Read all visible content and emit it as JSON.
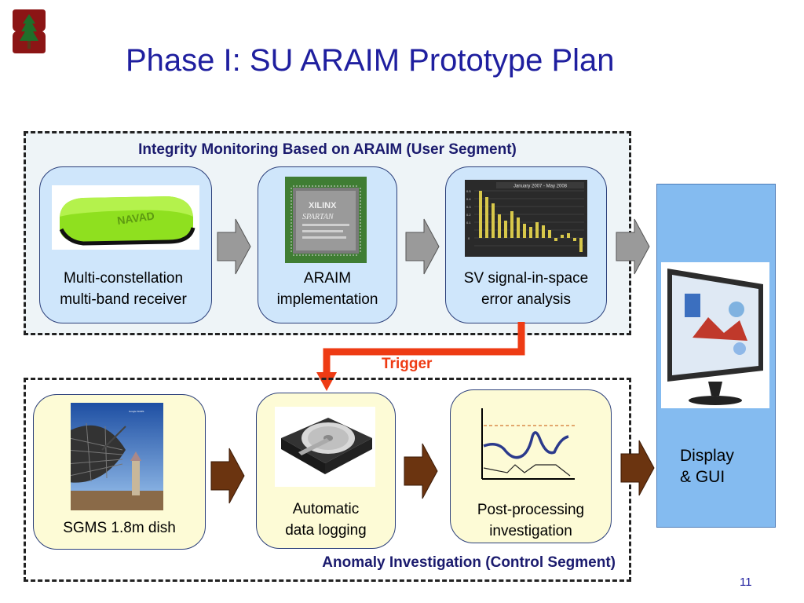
{
  "slide": {
    "title": "Phase I: SU ARAIM Prototype Plan",
    "page_number": "11",
    "logo_icon": "stanford-tree-logo"
  },
  "user_segment": {
    "title": "Integrity Monitoring Based on ARAIM (User Segment)",
    "cards": [
      {
        "caption_line1": "Multi-constellation",
        "caption_line2": "multi-band receiver",
        "image": "green-gnss-receiver"
      },
      {
        "caption_line1": "ARAIM",
        "caption_line2": "implementation",
        "image": "xilinx-fpga-chip"
      },
      {
        "caption_line1": "SV signal-in-space",
        "caption_line2": "error analysis",
        "image": "error-bar-chart"
      }
    ],
    "chart_banner": "January 2007 - May 2008"
  },
  "trigger": {
    "label": "Trigger",
    "color": "#ee3b14"
  },
  "control_segment": {
    "title": "Anomaly Investigation (Control Segment)",
    "cards": [
      {
        "caption_line1": "SGMS 1.8m dish",
        "caption_line2": "",
        "image": "satellite-dish"
      },
      {
        "caption_line1": "Automatic",
        "caption_line2": "data logging",
        "image": "hard-disk-drive"
      },
      {
        "caption_line1": "Post-processing",
        "caption_line2": "investigation",
        "image": "signal-plot"
      }
    ]
  },
  "display": {
    "line1": "Display",
    "line2": "& GUI",
    "image": "computer-monitor"
  },
  "colors": {
    "title": "#1f1f9f",
    "segment_title": "#1b1b6e",
    "user_card": "#cfe6fb",
    "control_card": "#fdfbd6",
    "display_panel": "#84bbf0",
    "gray_arrow": "#9a9a9a",
    "brown_arrow": "#6b3410"
  }
}
